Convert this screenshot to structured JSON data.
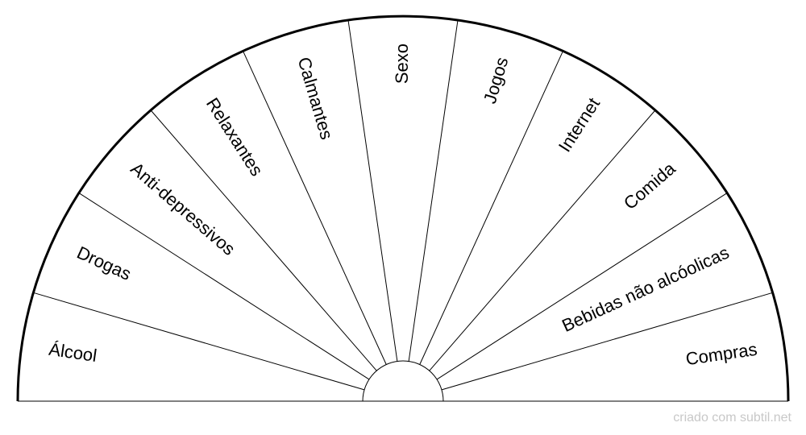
{
  "chart": {
    "segments": [
      "Álcool",
      "Drogas",
      "Anti-depressivos",
      "Relaxantes",
      "Calmantes",
      "Sexo",
      "Jogos",
      "Internet",
      "Comida",
      "Bebidas não alcóolicas",
      "Compras"
    ]
  },
  "footer": {
    "credit": "criado com subtil.net"
  }
}
